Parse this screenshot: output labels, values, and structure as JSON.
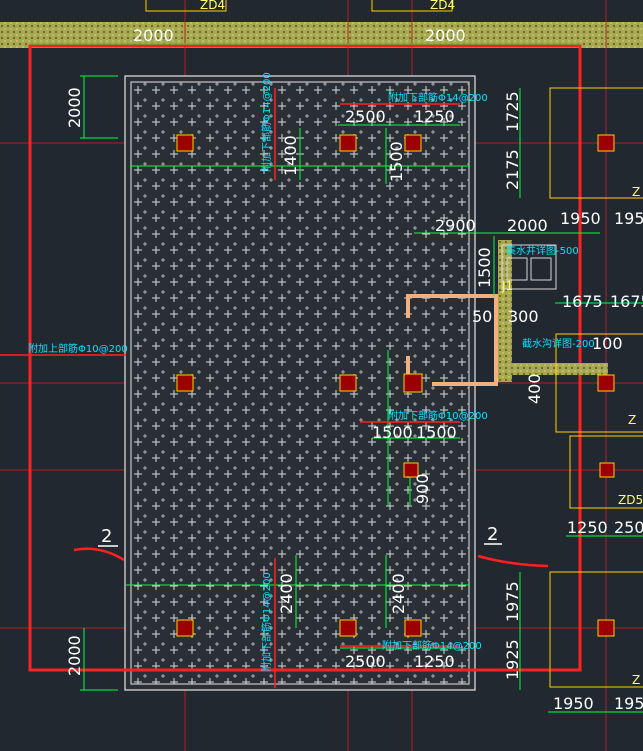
{
  "drawing": {
    "colors": {
      "background": "#212830",
      "outline_red": "#ff2020",
      "dimension_green": "#00ff40",
      "grid_red": "#b02020",
      "text_white": "#ffffff",
      "annotation_cyan": "#00e5ff",
      "label_yellow": "#ffff66",
      "column_fill": "#9a0000",
      "column_edge": "#ffd000",
      "wall_orange": "#f0b080",
      "hatch_olive": "#a8a850"
    },
    "top_labels": {
      "zd4_left": "ZD4",
      "zd4_right": "ZD4"
    },
    "dimensions": {
      "top_left": "2000",
      "top_right": "2000",
      "left_upper": "2000",
      "left_lower": "2000",
      "top_span_a": "2500",
      "top_span_b": "1250",
      "v_1400": "1400",
      "v_1500_top": "1500",
      "right_1725": "1725",
      "right_2175": "2175",
      "span_2900": "2900",
      "span_2000": "2000",
      "span_1950_top": "1950",
      "span_195_top": "195",
      "v_1500_mid": "1500",
      "span_1675": "1675",
      "span_1675_edge": "1675",
      "pit_50": "50",
      "pit_300": "300",
      "pit_100": "100",
      "pit_400": "400",
      "mid_1500_a": "1500",
      "mid_1500_b": "1500",
      "v_900": "900",
      "span_1250": "1250",
      "span_250_edge": "250",
      "v_2400_left": "2400",
      "v_2400_right": "2400",
      "right_1975": "1975",
      "right_1925": "1925",
      "bottom_span_a": "2500",
      "bottom_span_b": "1250",
      "bottom_1950": "1950",
      "bottom_195": "195"
    },
    "annotations": {
      "top_rebar_h": "附加下部筋Φ14@200",
      "top_rebar_v": "附加下部筋Φ14@200",
      "left_rebar": "附加上部筋Φ10@200",
      "mid_rebar": "附加下部筋Φ10@200",
      "bottom_rebar_v": "附加下部筋Φ14@200",
      "bottom_rebar_h": "附加下部筋Φ14@200",
      "sump_label": "集水井详图-500",
      "j1": "J1",
      "drain_label": "截水沟详图-200"
    },
    "pile_labels": {
      "zd5": "ZD5",
      "z_top_right": "Z",
      "z_mid_right": "Z",
      "z_bottom_right": "Z"
    },
    "section_marks": {
      "left": "2",
      "right": "2"
    }
  }
}
